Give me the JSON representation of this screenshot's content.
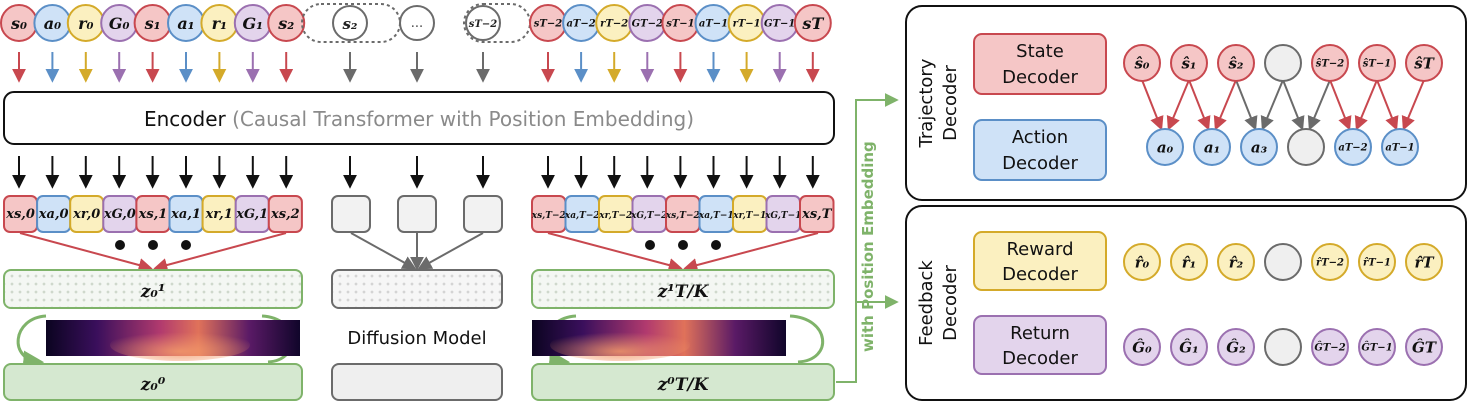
{
  "colors": {
    "state": "#f5c6c6",
    "state_stroke": "#c8484f",
    "action": "#cfe2f7",
    "action_stroke": "#5b8fc7",
    "reward": "#fbf0c0",
    "reward_stroke": "#d4aa2a",
    "return": "#e3d4ec",
    "return_stroke": "#9b70b0",
    "green": "#7fb36a",
    "green_fill": "#d5e8d0",
    "gray": "#6b6b6b",
    "gray_fill": "#efefef"
  },
  "top_tokens": [
    {
      "label": "s₀",
      "kind": "state"
    },
    {
      "label": "a₀",
      "kind": "action"
    },
    {
      "label": "r₀",
      "kind": "reward"
    },
    {
      "label": "G₀",
      "kind": "return"
    },
    {
      "label": "s₁",
      "kind": "state"
    },
    {
      "label": "a₁",
      "kind": "action"
    },
    {
      "label": "r₁",
      "kind": "reward"
    },
    {
      "label": "G₁",
      "kind": "return"
    },
    {
      "label": "s₂",
      "kind": "state"
    }
  ],
  "mid_tokens": {
    "s2_label": "s₂",
    "dots_label": "...",
    "sT2_label": "sT−2"
  },
  "right_tokens": [
    {
      "label": "sT−2",
      "kind": "state"
    },
    {
      "label": "aT−2",
      "kind": "action"
    },
    {
      "label": "rT−2",
      "kind": "reward"
    },
    {
      "label": "GT−2",
      "kind": "return"
    },
    {
      "label": "sT−1",
      "kind": "state"
    },
    {
      "label": "aT−1",
      "kind": "action"
    },
    {
      "label": "rT−1",
      "kind": "reward"
    },
    {
      "label": "GT−1",
      "kind": "return"
    },
    {
      "label": "sT",
      "kind": "state"
    }
  ],
  "encoder": {
    "label": "Encoder",
    "sublabel": " (Causal Transformer with Position Embedding)"
  },
  "left_embed": [
    "xs,0",
    "xa,0",
    "xr,0",
    "xG,0",
    "xs,1",
    "xa,1",
    "xr,1",
    "xG,1",
    "xs,2"
  ],
  "right_embed": [
    "xs,T−2",
    "xa,T−2",
    "xr,T−2",
    "xG,T−2",
    "xs,T−2",
    "xa,T−1",
    "xr,T−1",
    "xG,T−1",
    "xs,T"
  ],
  "latents": {
    "left_noisy": "z₀¹",
    "right_noisy": "z¹T/K",
    "left_clean": "z₀⁰",
    "right_clean": "z⁰T/K"
  },
  "diffusion_label": "Diffusion Model",
  "side_label": "with Position Embedding",
  "trajectory_panel": {
    "title_line1": "Trajectory",
    "title_line2": "Decoder",
    "state_decoder": [
      "State",
      "Decoder"
    ],
    "action_decoder": [
      "Action",
      "Decoder"
    ],
    "state_outputs": [
      "ŝ₀",
      "ŝ₁",
      "ŝ₂",
      "",
      "ŝT−2",
      "ŝT−1",
      "ŝT"
    ],
    "action_outputs": [
      "a₀",
      "a₁",
      "a₃",
      "",
      "aT−2",
      "aT−1"
    ]
  },
  "feedback_panel": {
    "title_line1": "Feedback",
    "title_line2": "Decoder",
    "reward_decoder": [
      "Reward",
      "Decoder"
    ],
    "return_decoder": [
      "Return",
      "Decoder"
    ],
    "reward_outputs": [
      "r̂₀",
      "r̂₁",
      "r̂₂",
      "",
      "r̂T−2",
      "r̂T−1",
      "r̂T"
    ],
    "return_outputs": [
      "Ĝ₀",
      "Ĝ₁",
      "Ĝ₂",
      "",
      "ĜT−2",
      "ĜT−1",
      "ĜT"
    ]
  }
}
